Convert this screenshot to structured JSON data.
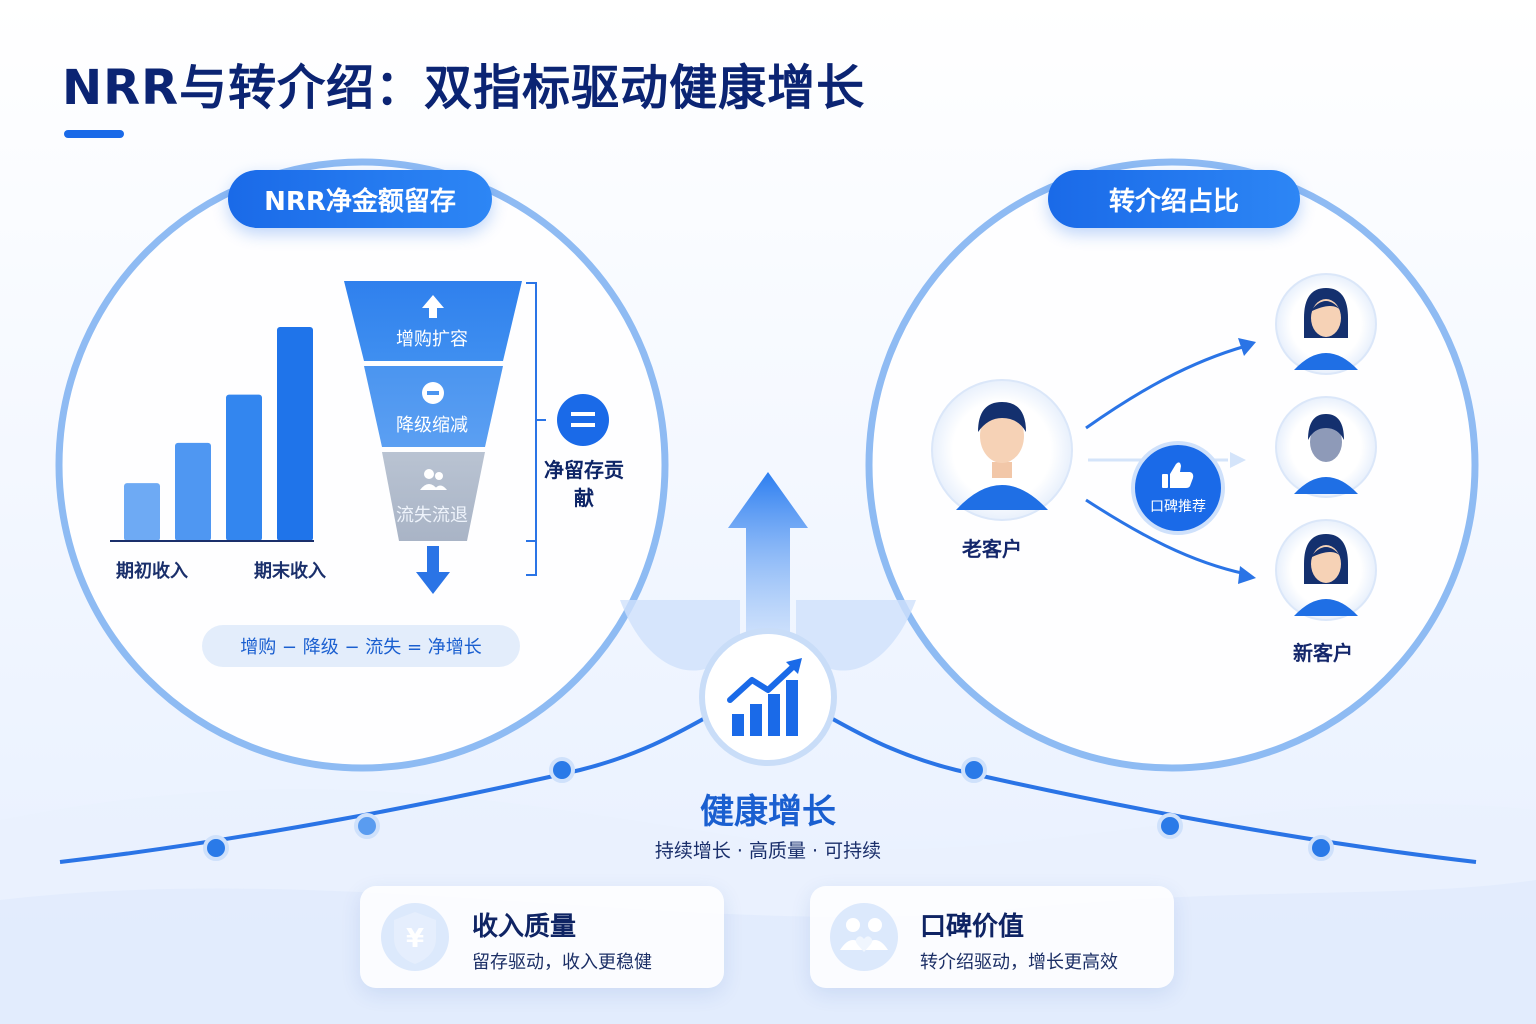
{
  "title": "NRR与转介绍：双指标驱动健康增长",
  "nrr_panel": {
    "pill_label": "NRR净金额留存",
    "bar_values": [
      0.36,
      0.61,
      0.91,
      1.33
    ],
    "label_start": "期初收入",
    "label_end": "期末收入",
    "funnel": {
      "expand": "增购扩容",
      "downgrade": "降级缩减",
      "churn": "流失流退"
    },
    "net_contribution": "净留存贡献",
    "formula": "增购 − 降级 − 流失 = 净增长"
  },
  "referral_panel": {
    "pill_label": "转介绍占比",
    "old_customer": "老客户",
    "word_of_mouth": "口碑推荐",
    "new_customer": "新客户"
  },
  "center": {
    "title": "健康增长",
    "subtitle": "持续增长 · 高质量 · 可持续"
  },
  "cards": {
    "quality": {
      "title": "收入质量",
      "desc": "留存驱动，收入更稳健",
      "icon": "yuan-shield-icon"
    },
    "wom": {
      "title": "口碑价值",
      "desc": "转介绍驱动，增长更高效",
      "icon": "people-heart-icon"
    }
  },
  "colors": {
    "primary": "#1a6ae8",
    "navy": "#0b2473",
    "light_blue": "#6aa8f5",
    "gray_segment": "#b4bfd0"
  }
}
